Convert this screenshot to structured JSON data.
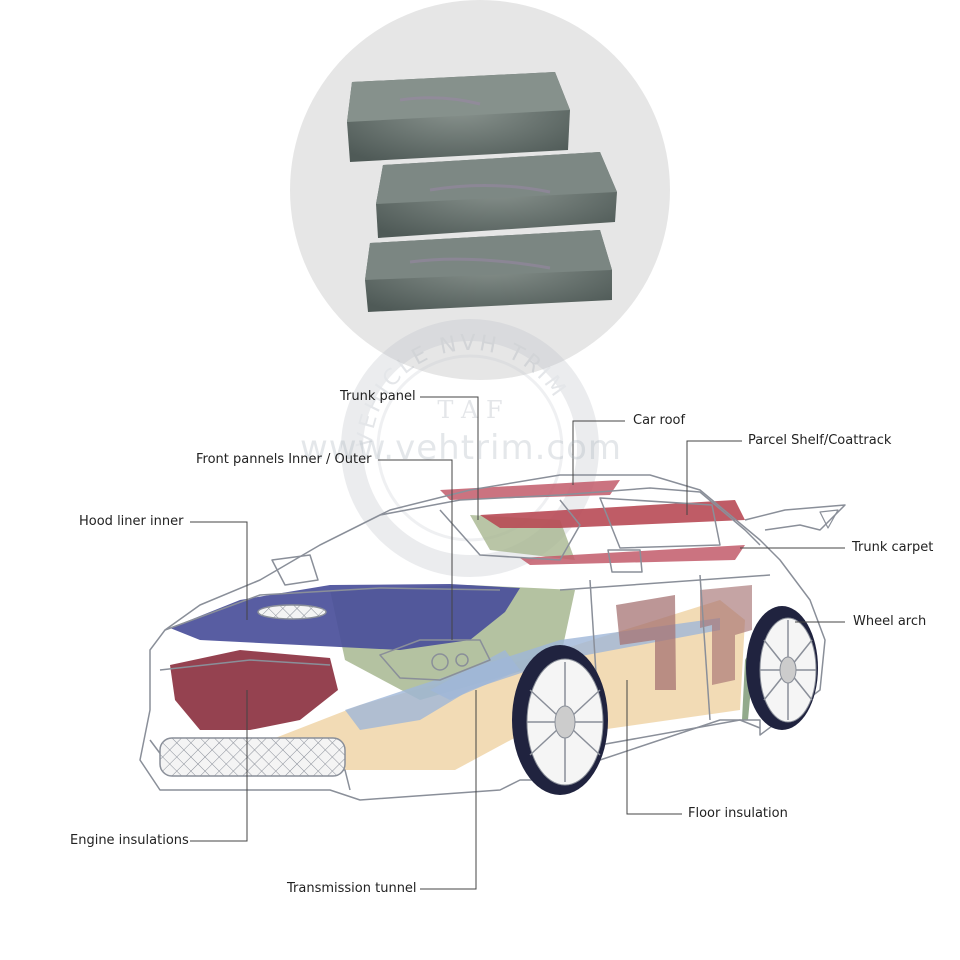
{
  "watermark": {
    "arc_text": "VEHICLE NVH TRIM",
    "monogram": "T  A  F",
    "url": "www.vehtrim.com"
  },
  "labels": {
    "trunk_panel": "Trunk panel",
    "car_roof": "Car roof",
    "parcel_shelf": "Parcel Shelf/Coattrack",
    "front_panels": "Front pannels Inner / Outer",
    "hood_liner": "Hood liner inner",
    "trunk_carpet": "Trunk carpet",
    "wheel_arch": "Wheel arch",
    "floor_insulation": "Floor insulation",
    "engine_insulations": "Engine insulations",
    "transmission_tunnel": "Transmission tunnel"
  },
  "colors": {
    "car_outline": "#8a8f99",
    "felt_gray": "#6b7773",
    "roof_red": "#b84a55",
    "hood_blue": "#4a4f9a",
    "engine_maroon": "#8a2e3d",
    "floor_peach": "#f1d7ad",
    "sage_green": "#a7b790",
    "light_blue": "#9fb6d8",
    "leader_line": "#444444"
  }
}
